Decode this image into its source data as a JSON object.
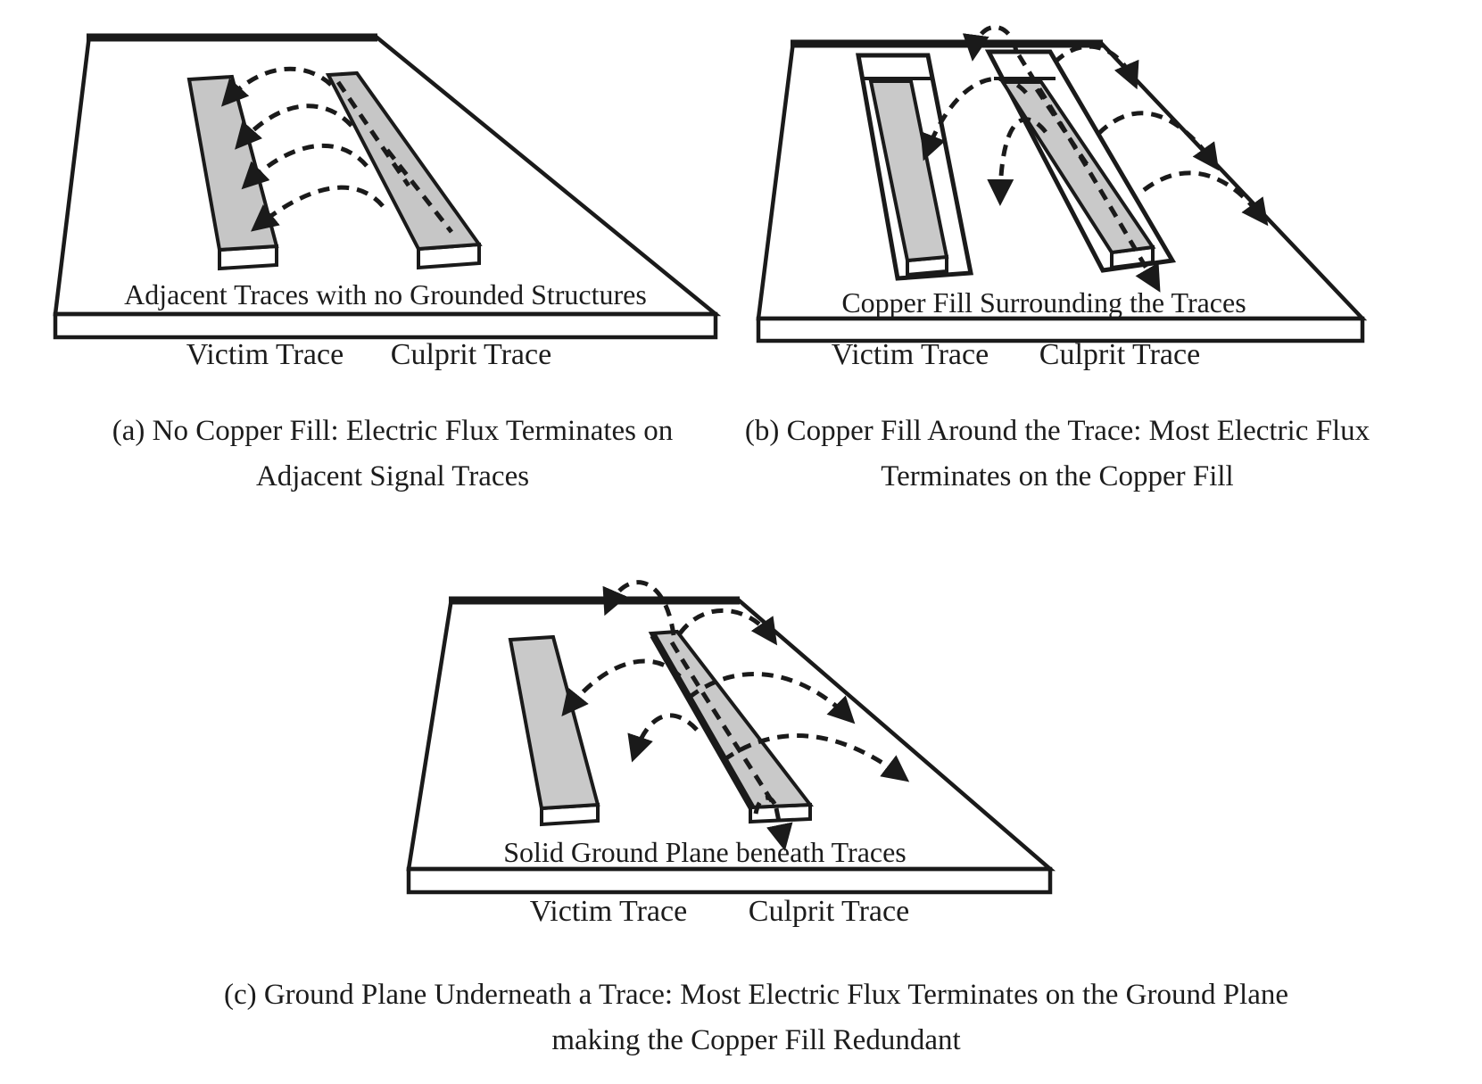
{
  "figure": {
    "type": "technical-diagram",
    "topic": "Electric flux termination between PCB traces with different grounding structures"
  },
  "colors": {
    "board_copper_gray": "#c9c9c9",
    "trace_gray": "#c6c6c6",
    "outline_black": "#1a1a1a",
    "board_side_white": "#ffffff"
  },
  "panels": [
    {
      "id": "a",
      "board_label": "Adjacent Traces with no Grounded Structures",
      "victim_label": "Victim Trace",
      "culprit_label": "Culprit Trace",
      "caption_line1": "(a) No Copper Fill: Electric Flux Terminates on",
      "caption_line2": "Adjacent Signal Traces"
    },
    {
      "id": "b",
      "board_label": "Copper Fill Surrounding the Traces",
      "victim_label": "Victim Trace",
      "culprit_label": "Culprit Trace",
      "caption_line1": "(b) Copper Fill Around the Trace: Most Electric Flux",
      "caption_line2": "Terminates on the Copper Fill"
    },
    {
      "id": "c",
      "board_label": "Solid Ground Plane beneath Traces",
      "victim_label": "Victim Trace",
      "culprit_label": "Culprit Trace",
      "caption_line1": "(c) Ground Plane Underneath a Trace: Most Electric Flux Terminates on the Ground Plane",
      "caption_line2": "making the Copper Fill Redundant"
    }
  ]
}
